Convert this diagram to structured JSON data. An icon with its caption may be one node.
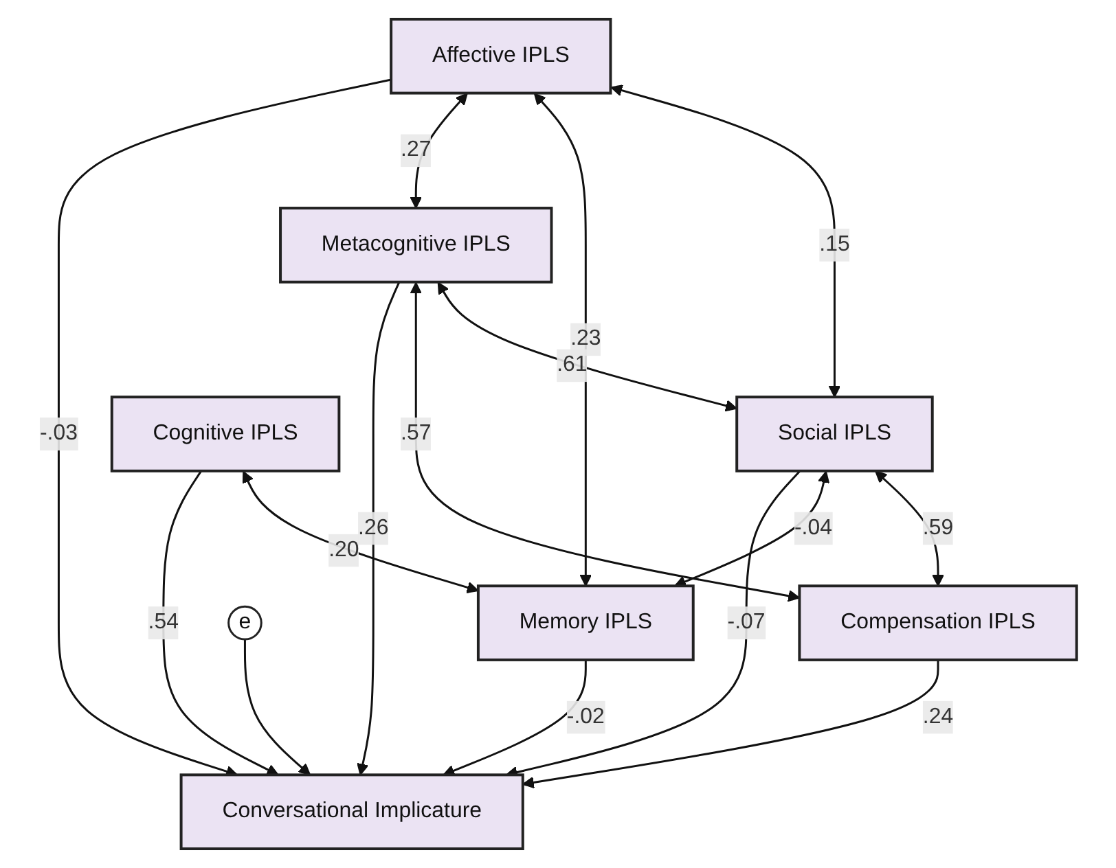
{
  "diagram": {
    "nodes": [
      {
        "text": [
          "Affective IPLS"
        ]
      },
      {
        "text": [
          "Social IPLS"
        ]
      },
      {
        "text": [
          "Metacognitive IPLS"
        ]
      },
      {
        "text": [
          "Cognitive IPLS"
        ]
      },
      {
        "text": [
          "Compensation IPLS"
        ]
      },
      {
        "text": [
          "Memory IPLS"
        ]
      },
      {
        "text": [
          "Conversational Implicature"
        ]
      },
      {
        "text": [
          "e"
        ]
      }
    ],
    "edges": [
      {
        "from": 0,
        "to": 1,
        "arrow": "both",
        "label": ".15"
      },
      {
        "from": 2,
        "to": 1,
        "arrow": "both",
        "label": ".61"
      },
      {
        "from": 0,
        "to": 5,
        "arrow": "both",
        "label": ".23"
      },
      {
        "from": 0,
        "to": 2,
        "arrow": "both",
        "label": ".27"
      },
      {
        "from": 2,
        "to": 4,
        "arrow": "both",
        "label": ".57"
      },
      {
        "from": 3,
        "to": 5,
        "arrow": "both",
        "label": ".20"
      },
      {
        "from": 1,
        "to": 4,
        "arrow": "both",
        "label": ".59"
      },
      {
        "from": 1,
        "to": 5,
        "arrow": "both",
        "label": "-.04"
      },
      {
        "from": 0,
        "to": 6,
        "arrow": "to",
        "label": "-.03"
      },
      {
        "from": 1,
        "to": 6,
        "arrow": "to",
        "label": "-.07"
      },
      {
        "from": 2,
        "to": 6,
        "arrow": "to",
        "label": ".26"
      },
      {
        "from": 3,
        "to": 6,
        "arrow": "to",
        "label": ".54"
      },
      {
        "from": 4,
        "to": 6,
        "arrow": "to",
        "label": ".24"
      },
      {
        "from": 5,
        "to": 6,
        "arrow": "to",
        "label": "-.02"
      },
      {
        "from": 7,
        "to": 6,
        "arrow": "to"
      }
    ]
  }
}
